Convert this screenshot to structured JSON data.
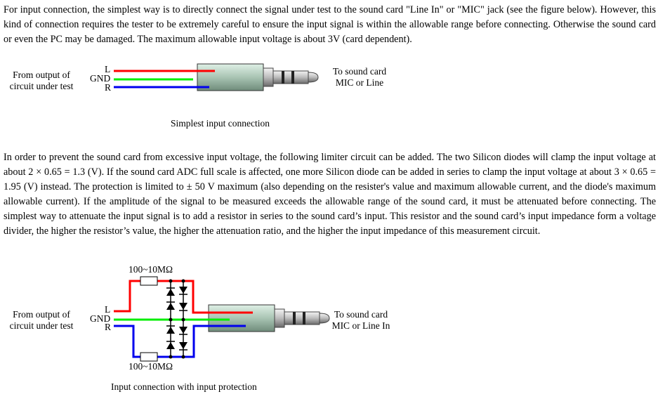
{
  "paragraph1": "For input connection, the simplest way is to directly connect the signal under test to the sound card \"Line In\" or \"MIC\" jack (see the figure below). However, this kind of connection requires the tester to be extremely careful to ensure the input signal is within the allowable range before connecting. Otherwise the sound card or even the PC may be damaged. The maximum allowable input voltage is about 3V (card dependent).",
  "figure1": {
    "source_line1": "From output of",
    "source_line2": "circuit under test",
    "pin_l": "L",
    "pin_gnd": "GND",
    "pin_r": "R",
    "dest_line1": "To sound card",
    "dest_line2": "MIC or Line",
    "caption": "Simplest input connection"
  },
  "paragraph2": "In order to prevent the sound card from excessive input voltage, the following limiter circuit can be added. The two Silicon diodes will clamp the input voltage at about 2 × 0.65 = 1.3 (V). If the sound card ADC full scale is affected, one more Silicon diode can be added in series to clamp the input voltage at about 3 × 0.65 = 1.95 (V) instead. The protection is limited to ± 50 V maximum (also depending on the resister's value and maximum allowable current, and the diode's maximum allowable current). If the amplitude of the signal to be measured exceeds the allowable range of the sound card, it must be attenuated before connecting. The simplest way to attenuate the input signal is to add a resistor in series to the sound card’s input. This resistor and the sound card’s input impedance form a voltage divider, the higher the resistor’s value, the higher the attenuation ratio, and the higher the input impedance of this measurement circuit.",
  "figure2": {
    "resistor_top": "100~10MΩ",
    "resistor_bottom": "100~10MΩ",
    "source_line1": "From output of",
    "source_line2": "circuit under test",
    "pin_l": "L",
    "pin_gnd": "GND",
    "pin_r": "R",
    "dest_line1": "To sound card",
    "dest_line2": "MIC or Line In",
    "caption": "Input connection with input protection"
  },
  "colors": {
    "left": "#ff0000",
    "gnd": "#00ee00",
    "right": "#0000ee"
  }
}
